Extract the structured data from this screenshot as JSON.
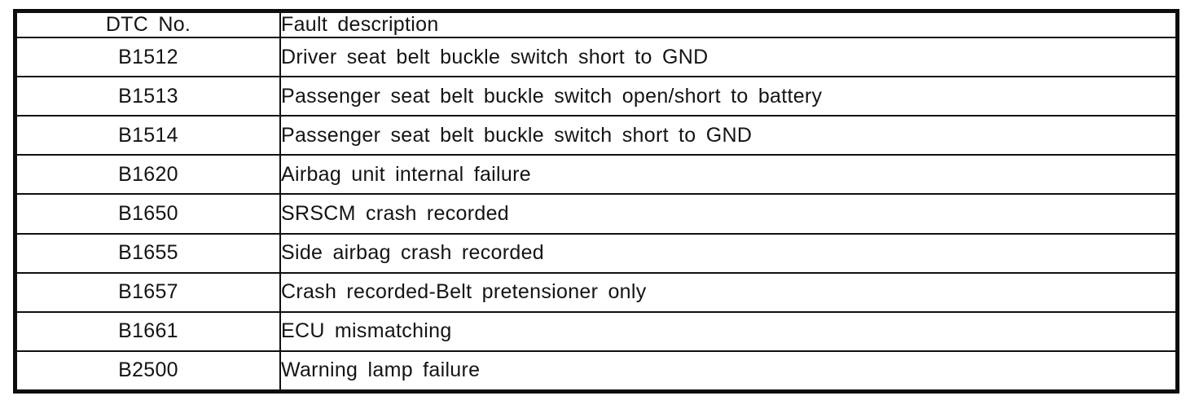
{
  "table": {
    "headers": {
      "dtc": "DTC No.",
      "description": "Fault description"
    },
    "rows": [
      {
        "dtc": "B1512",
        "description": "Driver seat belt buckle switch short to GND"
      },
      {
        "dtc": "B1513",
        "description": "Passenger seat belt buckle switch open/short to battery"
      },
      {
        "dtc": "B1514",
        "description": "Passenger seat belt buckle switch short to GND"
      },
      {
        "dtc": "B1620",
        "description": "Airbag unit internal failure"
      },
      {
        "dtc": "B1650",
        "description": "SRSCM crash recorded"
      },
      {
        "dtc": "B1655",
        "description": "Side airbag crash recorded"
      },
      {
        "dtc": "B1657",
        "description": "Crash recorded-Belt pretensioner only"
      },
      {
        "dtc": "B1661",
        "description": "ECU mismatching"
      },
      {
        "dtc": "B2500",
        "description": "Warning lamp failure"
      }
    ]
  },
  "colors": {
    "border": "#0d0d0d",
    "background": "#ffffff",
    "text": "#141414"
  }
}
